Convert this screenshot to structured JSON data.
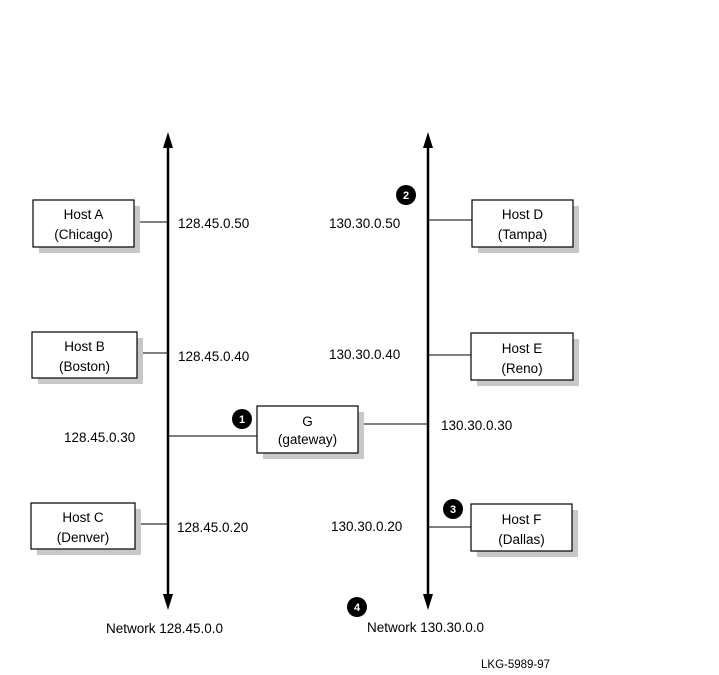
{
  "hosts": {
    "a": {
      "name": "Host A",
      "city": "(Chicago)",
      "address": "128.45.0.50"
    },
    "b": {
      "name": "Host B",
      "city": "(Boston)",
      "address": "128.45.0.40"
    },
    "c": {
      "name": "Host C",
      "city": "(Denver)",
      "address": "128.45.0.20"
    },
    "d": {
      "name": "Host D",
      "city": "(Tampa)",
      "address": "130.30.0.50"
    },
    "e": {
      "name": "Host E",
      "city": "(Reno)",
      "address": "130.30.0.40"
    },
    "f": {
      "name": "Host F",
      "city": "(Dallas)",
      "address": "130.30.0.20"
    }
  },
  "gateway": {
    "name": "G",
    "desc": "(gateway)",
    "left_address": "128.45.0.30",
    "right_address": "130.30.0.30"
  },
  "networks": {
    "left": "Network 128.45.0.0",
    "right": "Network 130.30.0.0"
  },
  "callouts": [
    "1",
    "2",
    "3",
    "4"
  ],
  "figure_id": "LKG-5989-97"
}
